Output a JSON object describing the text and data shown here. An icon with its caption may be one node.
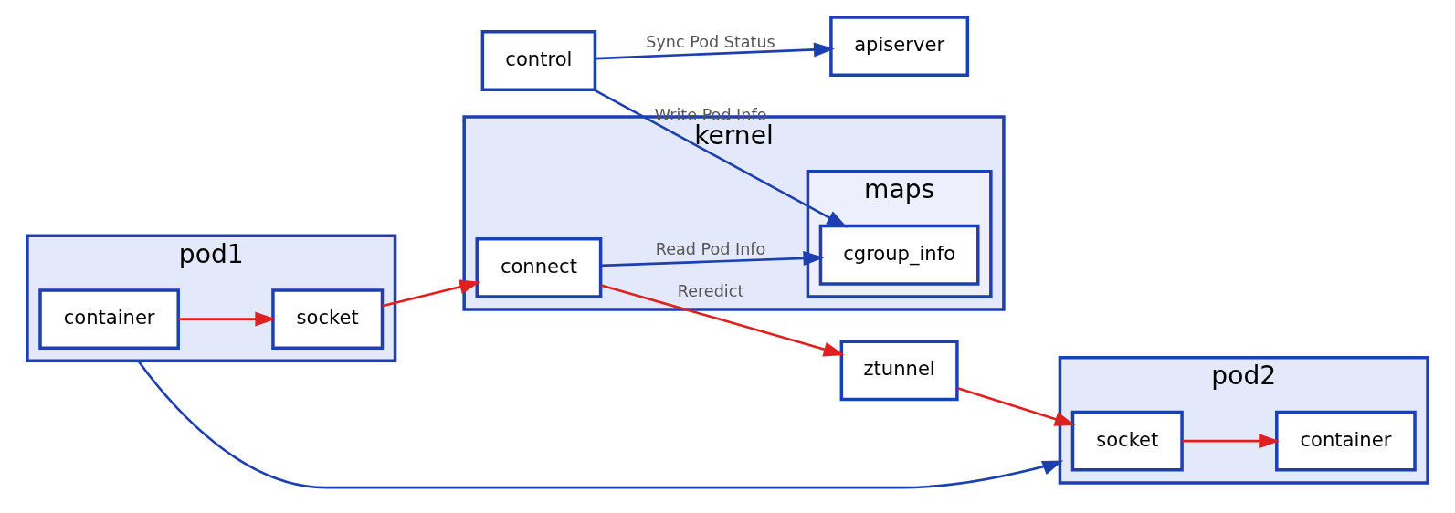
{
  "diagram": {
    "nodes": [
      {
        "text": [
          "control"
        ]
      },
      {
        "text": [
          "apiserver"
        ]
      },
      {
        "text": [
          "kernel"
        ]
      },
      {
        "text": [
          "maps"
        ],
        "in": 2
      },
      {
        "text": [
          "cgroup_info"
        ],
        "in": 3
      },
      {
        "text": [
          "connect"
        ],
        "in": 2
      },
      {
        "text": [
          "pod1"
        ]
      },
      {
        "text": [
          "container"
        ],
        "in": 6
      },
      {
        "text": [
          "socket"
        ],
        "in": 6
      },
      {
        "text": [
          "ztunnel"
        ]
      },
      {
        "text": [
          "pod2"
        ]
      },
      {
        "text": [
          "socket"
        ],
        "in": 10
      },
      {
        "text": [
          "container"
        ],
        "in": 10
      }
    ],
    "edges": [
      {
        "from": 0,
        "to": 1,
        "arrow": "to",
        "label": "Sync Pod Status",
        "color": "#1e3fb0"
      },
      {
        "from": 0,
        "to": 4,
        "arrow": "to",
        "label": "Write Pod Info",
        "color": "#1e3fb0"
      },
      {
        "from": 5,
        "to": 4,
        "arrow": "to",
        "label": "Read Pod Info",
        "color": "#1e3fb0"
      },
      {
        "from": 7,
        "to": 8,
        "arrow": "to"
      },
      {
        "from": 8,
        "to": 5,
        "arrow": "to"
      },
      {
        "from": 5,
        "to": 9,
        "arrow": "to",
        "label": "Reredict"
      },
      {
        "from": 9,
        "to": 11,
        "arrow": "to"
      },
      {
        "from": 11,
        "to": 12,
        "arrow": "to"
      },
      {
        "from": 6,
        "to": 10,
        "arrow": "to",
        "color": "#1e3fb0"
      }
    ]
  }
}
